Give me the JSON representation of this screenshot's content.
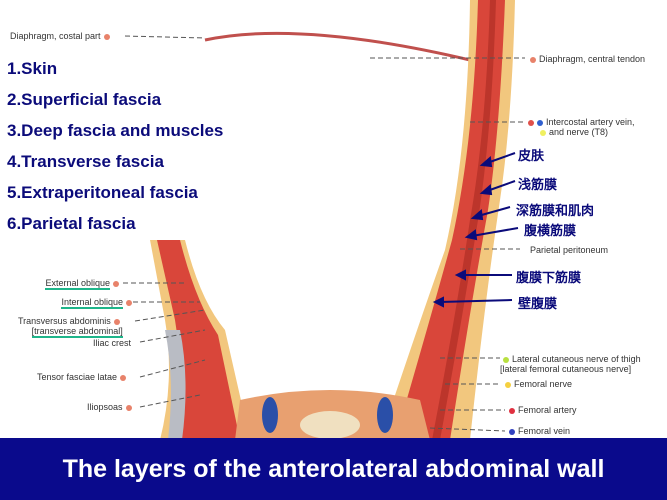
{
  "layers": [
    "1.Skin",
    "2.Superficial fascia",
    "3.Deep fascia and muscles",
    "4.Transverse fascia",
    "5.Extraperitoneal fascia",
    "6.Parietal fascia"
  ],
  "chinese_labels": [
    "皮肤",
    "浅筋膜",
    "深筋膜和肌肉",
    "腹横筋膜",
    "腹膜下筋膜",
    "壁腹膜"
  ],
  "anatomy_labels": {
    "diaphragm_costal": "Diaphragm, costal part",
    "diaphragm_central": "Diaphragm, central tendon",
    "intercostal_1": "Intercostal artery vein,",
    "intercostal_2": "and nerve (T8)",
    "parietal_peritoneum": "Parietal peritoneum",
    "external_oblique": "External oblique",
    "internal_oblique": "Internal oblique",
    "transversus_1": "Transversus abdominis",
    "transversus_2": "[transverse abdominal]",
    "iliac_crest": "Iliac crest",
    "tensor": "Tensor fasciae latae",
    "iliopsoas": "Iliopsoas",
    "lateral_cut_1": "Lateral cutaneous nerve of thigh",
    "lateral_cut_2": "[lateral femoral cutaneous nerve]",
    "femoral_nerve": "Femoral nerve",
    "femoral_artery": "Femoral artery",
    "femoral_vein": "Femoral vein"
  },
  "title": "The layers of the anterolateral abdominal wall",
  "colors": {
    "title_bar": "#0a0a8c",
    "layer_text": "#0b0b7a",
    "muscle": "#d9463a",
    "fat": "#f2c77e",
    "underline": "#1fb58a"
  }
}
